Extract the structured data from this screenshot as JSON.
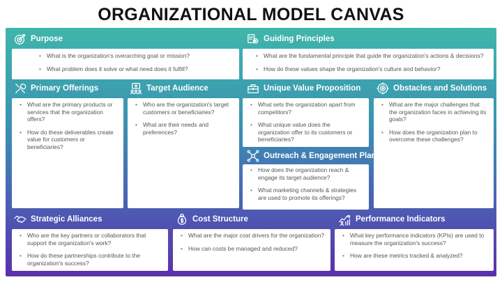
{
  "title": "ORGANIZATIONAL MODEL CANVAS",
  "colors": {
    "gradient_top": "#3fb6aa",
    "gradient_bottom": "#5b2fab",
    "card": "#ffffff",
    "text": "#555555"
  },
  "sections": {
    "purpose": {
      "label": "Purpose",
      "icon": "target-icon",
      "items": [
        "What is the organization's overarching goal or mission?",
        "What problem does it solve or what need does it fulfill?"
      ]
    },
    "guiding_principles": {
      "label": "Guiding Principles",
      "icon": "document-gear-icon",
      "items": [
        "What are the fundamental principle that guide the organization's actions & decisions?",
        "How do these values shape the organization's culture and behavior?"
      ]
    },
    "primary_offerings": {
      "label": "Primary Offerings",
      "icon": "wrench-icon",
      "items": [
        "What are the primary products or services that the organization offers?",
        "How do these deliverables create value for customers or beneficiaries?"
      ]
    },
    "target_audience": {
      "label": "Target Audience",
      "icon": "audience-icon",
      "items": [
        "Who are the organization's target customers or beneficiaries?",
        "What are their needs and preferences?"
      ]
    },
    "unique_value": {
      "label": "Unique Value Proposition",
      "icon": "briefcase-icon",
      "items": [
        "What sets the organization apart from competitors?",
        "What unique value does the organization offer to its customers or beneficiaries?"
      ]
    },
    "obstacles": {
      "label": "Obstacles and Solutions",
      "icon": "gear-icon",
      "items": [
        "What are the major challenges that the organization faces in achieving its goals?",
        "How does the organization plan to overcome these challenges?"
      ]
    },
    "outreach": {
      "label": "Outreach & Engagement Plan",
      "icon": "network-icon",
      "items": [
        "How does the organization reach & engage its target audience?",
        "What marketing channels & strategies are used to promote its offerings?"
      ]
    },
    "alliances": {
      "label": "Strategic Alliances",
      "icon": "handshake-icon",
      "items": [
        "Who are the key partners or collaborators that support the organization's work?",
        "How do these partnerships contribute to the organization's success?"
      ]
    },
    "cost_structure": {
      "label": "Cost Structure",
      "icon": "money-bag-icon",
      "items": [
        "What are the major cost drivers for the organization?",
        "How can costs be managed and reduced?"
      ]
    },
    "performance": {
      "label": "Performance Indicators",
      "icon": "chart-person-icon",
      "items": [
        "What key performance indicators (KPIs) are used to measure the organization's success?",
        "How are these metrics tracked & analyzed?"
      ]
    }
  }
}
